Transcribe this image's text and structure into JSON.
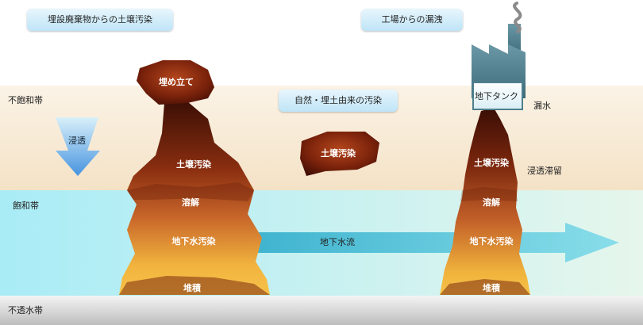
{
  "titles": {
    "landfill": "埋設廃棄物からの土壌汚染",
    "factory": "工場からの漏洩",
    "natural": "自然・埋土由来の汚染"
  },
  "zones": {
    "unsaturated": "不飽和帯",
    "saturated": "飽和帯",
    "impermeable": "不透水帯"
  },
  "labels": {
    "infiltration": "浸透",
    "landfill": "埋め立て",
    "soil_pollution_left": "土壌汚染",
    "dissolution_left": "溶解",
    "groundwater_pollution_left": "地下水汚染",
    "deposition_left": "堆積",
    "natural_soil_pollution": "土壌汚染",
    "groundwater_flow": "地下水流",
    "underground_tank": "地下タンク",
    "leak": "漏水",
    "soil_pollution_right": "土壌汚染",
    "infiltration_stagnation": "浸透滞留",
    "dissolution_right": "溶解",
    "groundwater_pollution_right": "地下水汚染",
    "deposition_right": "堆積"
  },
  "colors": {
    "unsaturated_band": "#f5e6cf",
    "saturated_band": "#b9eef5",
    "impermeable_band": "#d6d6d6",
    "plume_dark": "#4a1408",
    "plume_mid": "#b5501c",
    "plume_light": "#f0b43c",
    "flow_arrow": "#4cc4dc",
    "factory": "#4f7f8e"
  }
}
